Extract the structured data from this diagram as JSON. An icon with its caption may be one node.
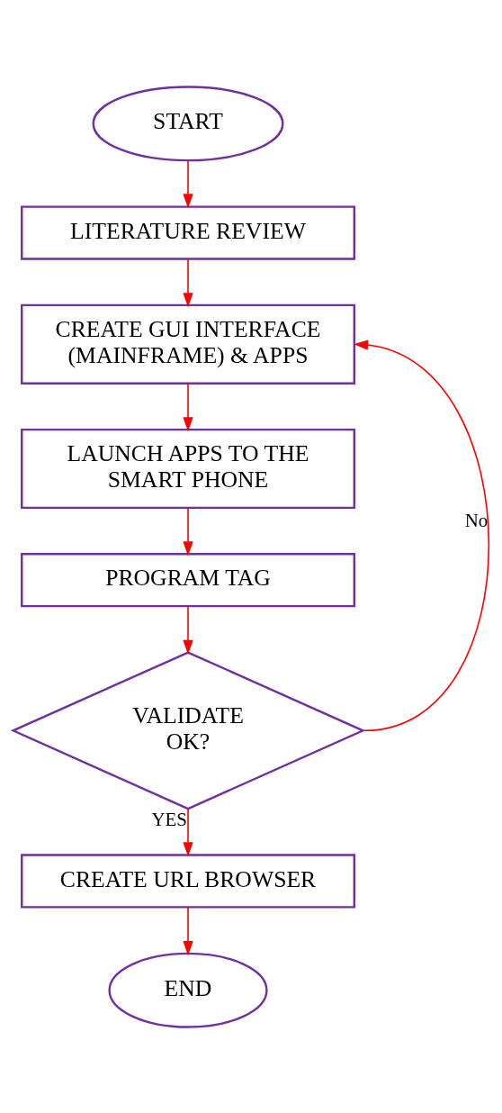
{
  "diagram": {
    "nodes": [
      {
        "text": [
          "START"
        ]
      },
      {
        "text": [
          "LITERATURE REVIEW"
        ]
      },
      {
        "text": [
          "CREATE GUI INTERFACE (MAINFRAME) & APPS"
        ]
      },
      {
        "text": [
          "LAUNCH APPS TO THE SMART PHONE"
        ]
      },
      {
        "text": [
          "PROGRAM TAG"
        ]
      },
      {
        "text": [
          "VALIDATE OK?"
        ]
      },
      {
        "text": [
          "CREATE URL BROWSER"
        ]
      },
      {
        "text": [
          "END"
        ]
      }
    ],
    "edges": [
      {
        "from": 0,
        "to": 1,
        "arrow": "to"
      },
      {
        "from": 1,
        "to": 2,
        "arrow": "to"
      },
      {
        "from": 2,
        "to": 3,
        "arrow": "to"
      },
      {
        "from": 3,
        "to": 4,
        "arrow": "to"
      },
      {
        "from": 4,
        "to": 5,
        "arrow": "to"
      },
      {
        "from": 5,
        "to": 2,
        "label": "No",
        "arrow": "to"
      },
      {
        "from": 5,
        "to": 6,
        "label": "YES",
        "arrow": "to"
      },
      {
        "from": 6,
        "to": 7,
        "arrow": "to"
      }
    ]
  }
}
